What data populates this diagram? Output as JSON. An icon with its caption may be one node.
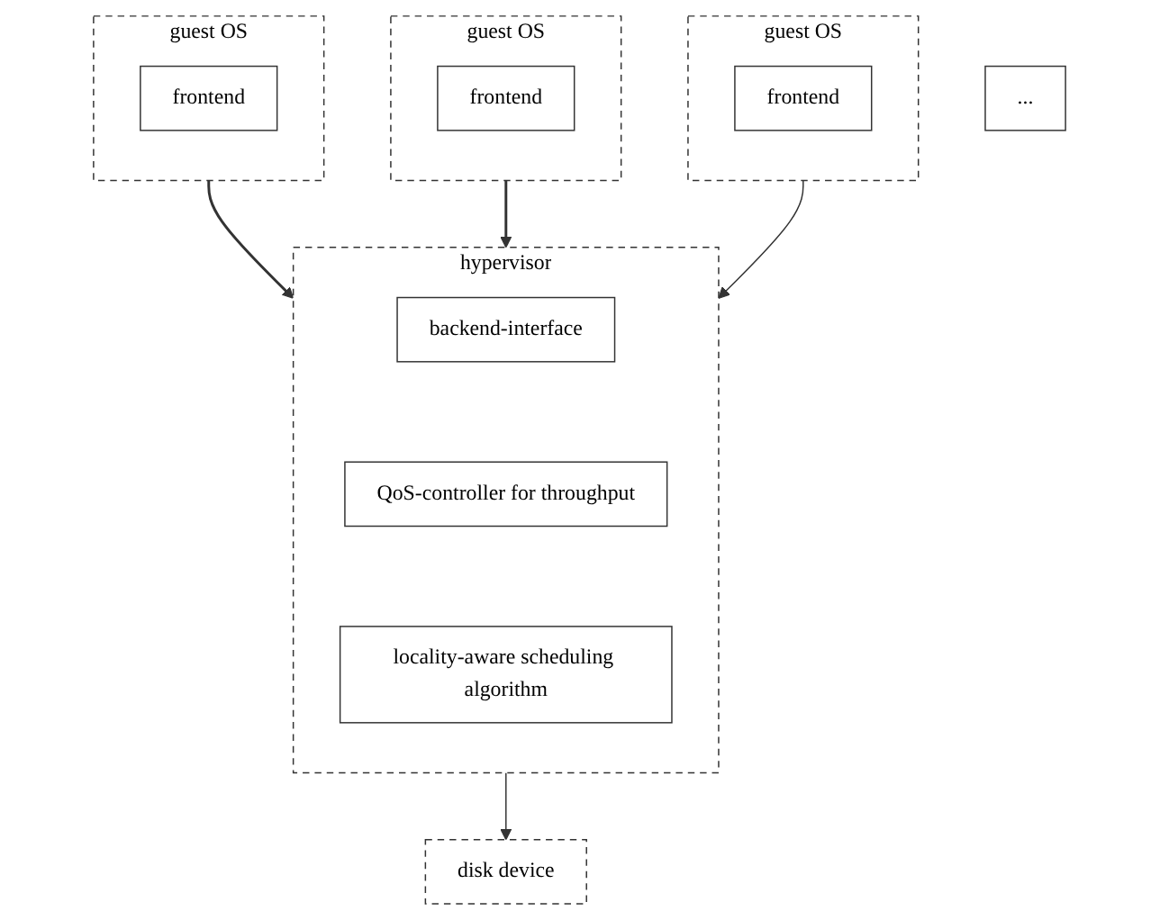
{
  "diagram": {
    "nodes": [
      {
        "text": [
          "guest OS"
        ]
      },
      {
        "text": [
          "frontend"
        ],
        "in": 0
      },
      {
        "text": [
          "guest OS"
        ]
      },
      {
        "text": [
          "frontend"
        ],
        "in": 2
      },
      {
        "text": [
          "..."
        ]
      },
      {
        "text": [
          "guest OS"
        ]
      },
      {
        "text": [
          "frontend"
        ],
        "in": 5
      },
      {
        "text": [
          "hypervisor"
        ]
      },
      {
        "text": [
          "backend-interface"
        ],
        "in": 7
      },
      {
        "text": [
          "QoS-controller for throughput"
        ],
        "in": 7
      },
      {
        "text": [
          "locality-aware scheduling algorithm"
        ],
        "in": 7
      },
      {
        "text": [
          "disk device"
        ]
      }
    ],
    "edges": [
      {
        "from": 0,
        "to": 7,
        "arrow": "to"
      },
      {
        "from": 2,
        "to": 7,
        "arrow": "to"
      },
      {
        "from": 5,
        "to": 7,
        "arrow": "to"
      },
      {
        "from": 7,
        "to": 11,
        "arrow": "to"
      }
    ]
  }
}
